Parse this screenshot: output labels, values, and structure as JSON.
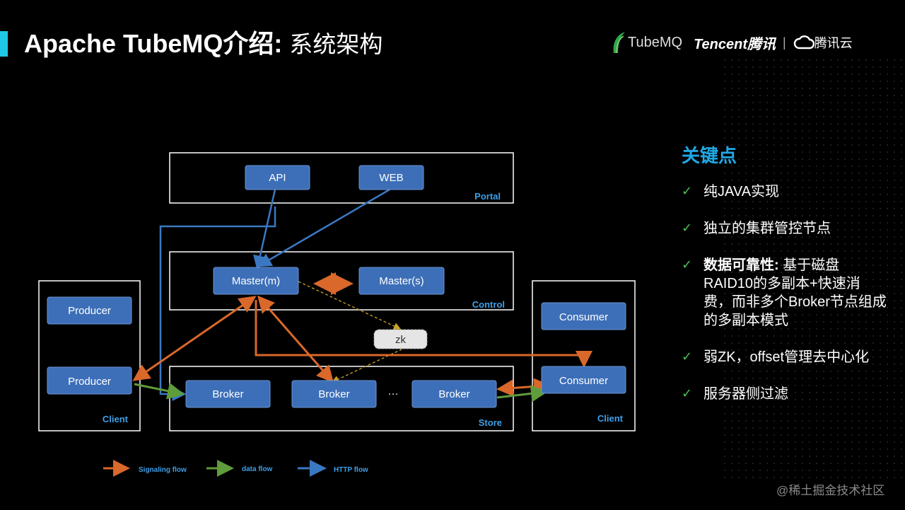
{
  "header": {
    "title_main": "Apache TubeMQ介绍:",
    "title_sub": "系统架构",
    "logo_tubemq": "TubeMQ",
    "logo_tencent": "Tencent腾讯",
    "logo_sep": "|",
    "logo_cloud": "腾讯云"
  },
  "diagram": {
    "portal": {
      "label": "Portal",
      "api": "API",
      "web": "WEB"
    },
    "control": {
      "label": "Control",
      "master_m": "Master(m)",
      "master_s": "Master(s)"
    },
    "zk": "zk",
    "store": {
      "label": "Store",
      "broker1": "Broker",
      "broker2": "Broker",
      "ellipsis": "···",
      "broker3": "Broker"
    },
    "client_left": {
      "label": "Client",
      "producer1": "Producer",
      "producer2": "Producer"
    },
    "client_right": {
      "label": "Client",
      "consumer1": "Consumer",
      "consumer2": "Consumer"
    },
    "legend": {
      "signaling": "Signaling flow",
      "data": "data flow",
      "http": "HTTP flow"
    },
    "colors": {
      "signaling": "#d9682a",
      "data": "#5f9c3c",
      "http": "#3b78c2",
      "box": "#3d6fb8",
      "frame": "#ffffff"
    }
  },
  "keypoints": {
    "heading": "关键点",
    "items": [
      {
        "text": "纯JAVA实现"
      },
      {
        "text": "独立的集群管控节点"
      },
      {
        "bold": "数据可靠性:",
        "text": " 基于磁盘RAID10的多副本+快速消费，而非多个Broker节点组成的多副本模式"
      },
      {
        "text": "弱ZK，offset管理去中心化"
      },
      {
        "text": "服务器侧过滤"
      }
    ]
  },
  "watermark": "@稀土掘金技术社区"
}
